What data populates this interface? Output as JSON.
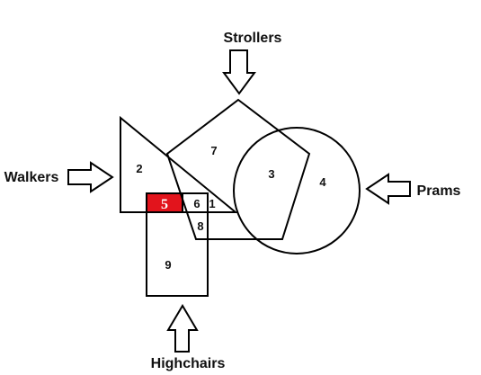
{
  "labels": {
    "strollers": "Strollers",
    "walkers": "Walkers",
    "prams": "Prams",
    "highchairs": "Highchairs"
  },
  "regions": {
    "r1": "1",
    "r2": "2",
    "r3": "3",
    "r4": "4",
    "r5": "5",
    "r6": "6",
    "r7": "7",
    "r8": "8",
    "r9": "9"
  },
  "colors": {
    "highlight": "#e2141c",
    "stroke": "#000000",
    "background": "#ffffff"
  }
}
